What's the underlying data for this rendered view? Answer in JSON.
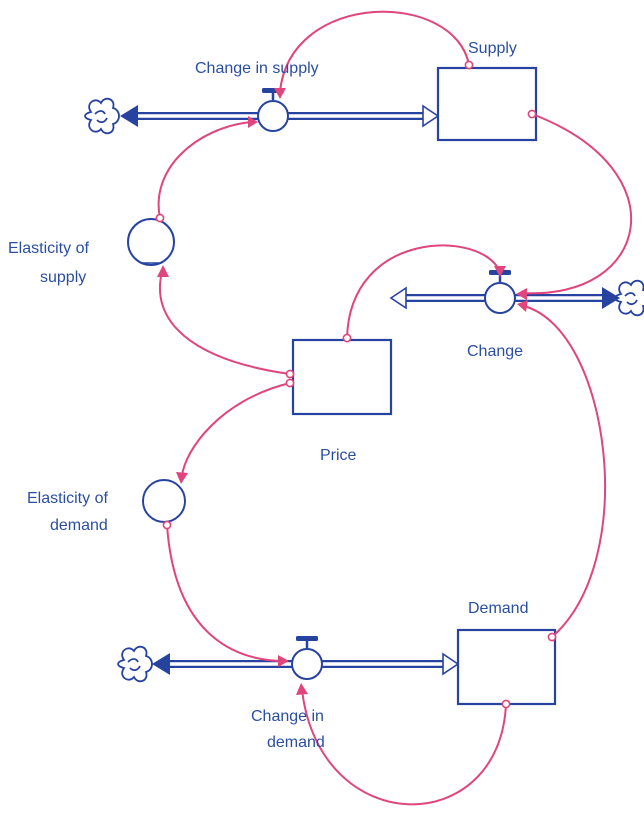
{
  "labels": {
    "supply": "Supply",
    "change_in_supply": "Change in supply",
    "elasticity_of_supply_line1": "Elasticity of",
    "elasticity_of_supply_line2": "supply",
    "price": "Price",
    "change": "Change",
    "elasticity_of_demand_line1": "Elasticity of",
    "elasticity_of_demand_line2": "demand",
    "demand": "Demand",
    "change_in_demand_line1": "Change in",
    "change_in_demand_line2": "demand"
  },
  "colors": {
    "structure": "#2743a0",
    "label_text": "#2a4fa0",
    "link": "#e0457c"
  },
  "icons": {
    "source_sink": "cloud-icon",
    "flow_control": "valve-icon"
  }
}
